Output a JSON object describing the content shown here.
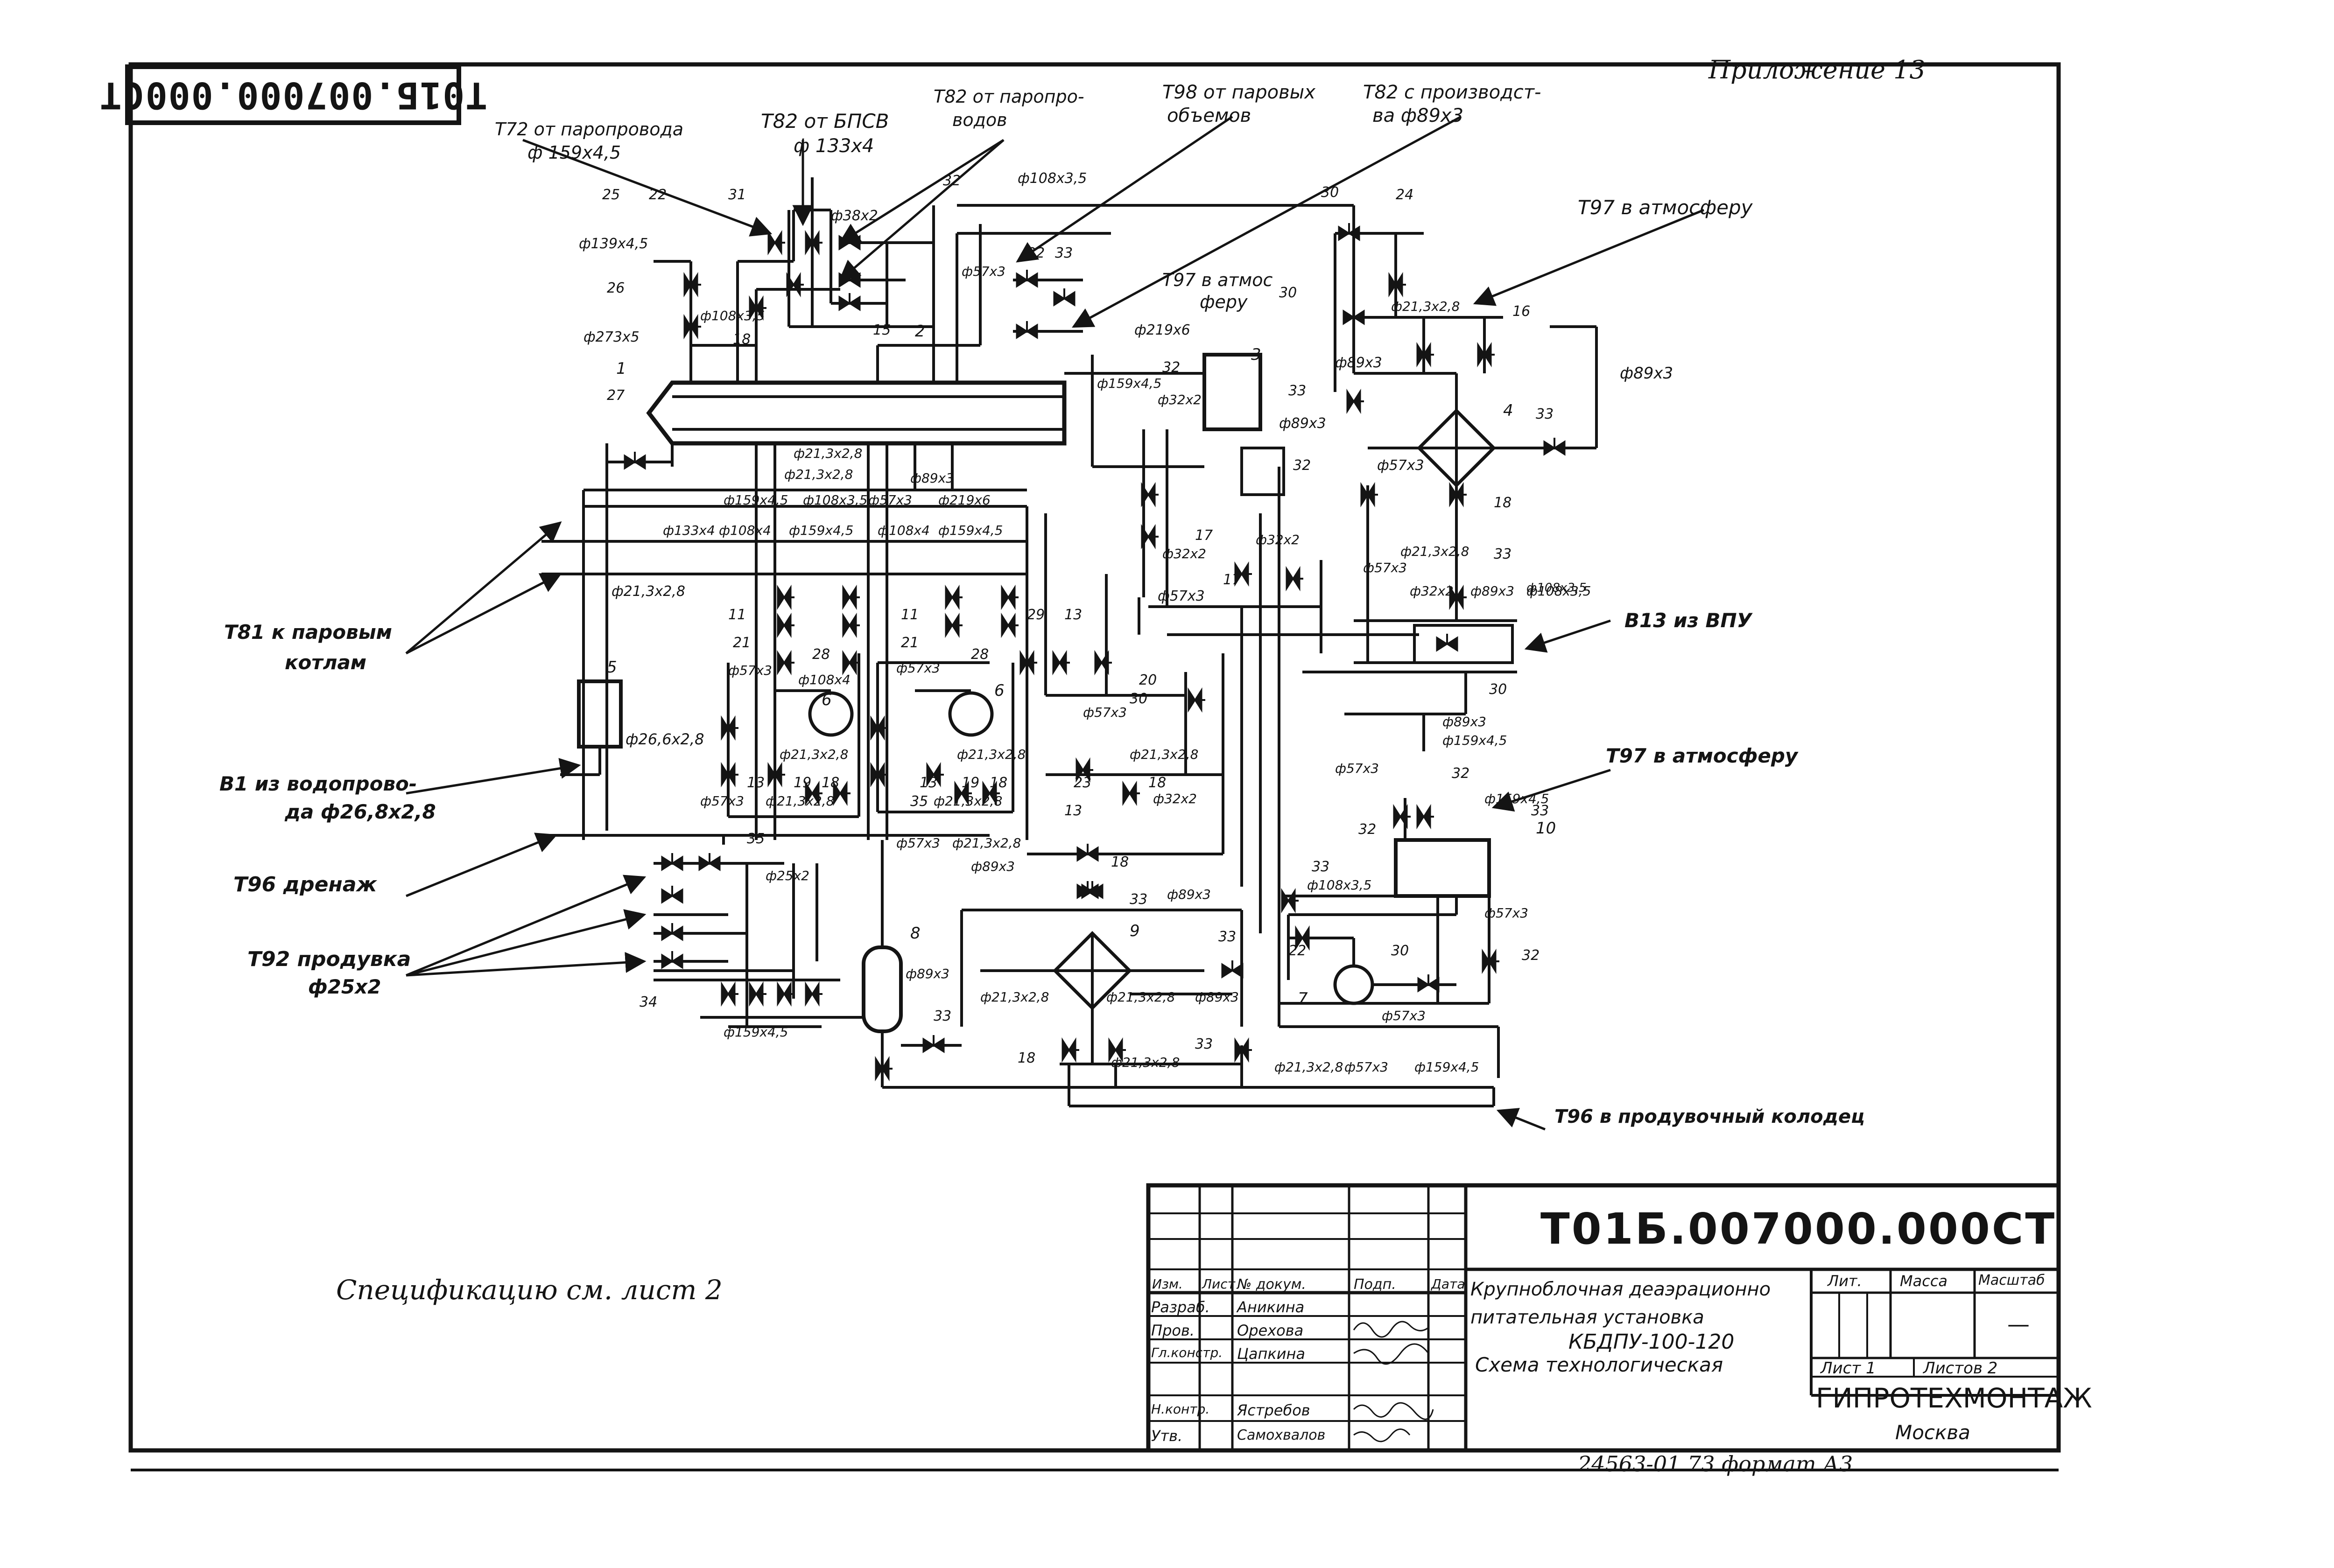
{
  "sheet": {
    "appendix": "Приложение 13",
    "stamp_code": "Т01Б.007000.000СТ",
    "spec_note": "Спецификацию см. лист 2",
    "bottom_note": "24563-01 73 формат А3"
  },
  "streams": {
    "t72": "Т72 от паропровода",
    "t72_size": "ф 159х4,5",
    "t82_bpsv": "Т82 от БПСВ",
    "t82_bpsv_size": "ф 133х4",
    "t82_par": "Т82 от паропро-",
    "t82_par_2": "водов",
    "t98": "Т98 от паровых",
    "t98_2": "объемов",
    "t82_proiz": "Т82 с производст-",
    "t82_proiz_2": "ва ф89х3",
    "t97_top": "Т97 в атмосферу",
    "t97_mid": "Т97 в атмос",
    "t97_mid_2": "феру",
    "t97_low": "Т97 в атмосферу",
    "t81": "Т81 к паровым",
    "t81_2": "котлам",
    "b1": "В1 из водопрово-",
    "b1_2": "да ф26,8х2,8",
    "t96_dren": "Т96 дренаж",
    "t92": "Т92 продувка",
    "t92_size": "ф25х2",
    "b13": "В13 из ВПУ",
    "t96_kol": "Т96 в продувочный колодец"
  },
  "title_block": {
    "code": "Т01Б.007000.000СТ",
    "name_1": "Крупноблочная деаэрационно",
    "name_2": "питательная установка",
    "name_3": "КБДПУ-100-120",
    "name_4": "Схема технологическая",
    "hdr_izm": "Изм.",
    "hdr_list": "Лист",
    "hdr_doc": "№ докум.",
    "hdr_podp": "Подп.",
    "hdr_data": "Дата",
    "lit": "Лит.",
    "massa": "Масса",
    "masshtab": "Масштаб",
    "scale_value": "—",
    "sheet_no": "Лист 1",
    "sheets_total": "Листов 2",
    "org": "ГИПРОТЕХМОНТАЖ",
    "city": "Москва",
    "roles": [
      {
        "role": "Разраб.",
        "name": "Аникина"
      },
      {
        "role": "Пров.",
        "name": "Орехова"
      },
      {
        "role": "Гл.констр.",
        "name": "Цапкина"
      },
      {
        "role": "Н.контр.",
        "name": "Ястребов"
      },
      {
        "role": "Утв.",
        "name": "Самохвалов"
      }
    ]
  },
  "sizes": {
    "s1": "ф139х4,5",
    "s2": "ф273х5",
    "s3": "ф108х3,5",
    "s4": "ф38х2",
    "s5": "ф108х3,5",
    "s6": "ф57х3",
    "s7": "ф219х6",
    "s8": "ф159х4,5",
    "s9": "ф32х2",
    "s10": "ф89х3",
    "s11": "ф21,3х2,8",
    "s12": "ф89х3",
    "s13": "ф21,3х2,8",
    "s14": "ф89х3",
    "s15": "ф57х3",
    "s16": "ф89х3",
    "s17": "ф159х4,5",
    "s18": "ф108х3,5",
    "s19": "ф57х3",
    "s20": "ф219х6",
    "s21": "ф133х4",
    "s22": "ф108х4",
    "s23": "ф159х4,5",
    "s24": "ф108х4",
    "s25": "ф159х4,5",
    "s26": "ф21,3х2,8",
    "s27": "ф32х2",
    "s28": "ф32х2",
    "s29": "ф57х3",
    "s30": "ф57х3",
    "s31": "ф21,3х2,8",
    "s32": "ф32х2",
    "s33": "ф89х3",
    "s34": "ф108х3,5",
    "s35": "ф26,6х2,8",
    "s36": "ф57х3",
    "s37": "ф108х4",
    "s38": "ф57х3",
    "s39": "ф21,3х2,8",
    "s40": "ф57х3",
    "s41": "ф21,3х2,8",
    "s42": "ф57х3",
    "s43": "ф21,3х2,8",
    "s44": "ф21,3х2,8",
    "s45": "ф21,3х2,8",
    "s46": "ф32х2",
    "s47": "ф57х3",
    "s48": "ф21,3х2,8",
    "s49": "ф89х3",
    "s50": "ф89х3",
    "s51": "ф89х3",
    "s52": "ф21,3х2,8",
    "s53": "ф21,3х2,8",
    "s54": "ф89х3",
    "s55": "ф21,3х2,8",
    "s56": "ф21,3х2,8",
    "s57": "ф57х3",
    "s58": "ф159х4,5",
    "s59": "ф108х3,5",
    "s60": "ф57х3",
    "s61": "ф57х3",
    "s62": "ф89х3",
    "s63": "ф159х4,5",
    "s64": "ф57х3",
    "s65": "ф159х4,5",
    "s66": "ф25х2",
    "s67": "ф159х4,5",
    "s68": "ф108х3,5",
    "s69": "ф21,3х2,8"
  },
  "numbers": {
    "n1": "1",
    "n2": "2",
    "n3": "3",
    "n4": "4",
    "n5": "5",
    "n6": "6",
    "n6b": "6",
    "n7": "7",
    "n8": "8",
    "n9": "9",
    "n10": "10",
    "n11": "11",
    "n11b": "11",
    "n13": "13",
    "n13b": "13",
    "n13c": "13",
    "n13d": "13",
    "n15": "15",
    "n16": "16",
    "n17": "17",
    "n17b": "17",
    "n18": "18",
    "n18b": "18",
    "n18c": "18",
    "n18d": "18",
    "n18e": "18",
    "n18f": "18",
    "n18g": "18",
    "n19": "19",
    "n19b": "19",
    "n20": "20",
    "n21": "21",
    "n21b": "21",
    "n22": "22",
    "n22b": "22",
    "n23": "23",
    "n24": "24",
    "n25": "25",
    "n26": "26",
    "n27": "27",
    "n28": "28",
    "n28b": "28",
    "n29": "29",
    "n30": "30",
    "n30b": "30",
    "n30c": "30",
    "n30d": "30",
    "n30e": "30",
    "n31": "31",
    "n32": "32",
    "n32b": "32",
    "n32c": "32",
    "n32d": "32",
    "n32e": "32",
    "n32f": "32",
    "n32g": "32",
    "n33": "33",
    "n33b": "33",
    "n33c": "33",
    "n33d": "33",
    "n33e": "33",
    "n33f": "33",
    "n33g": "33",
    "n33h": "33",
    "n33i": "33",
    "n33j": "33",
    "n34": "34",
    "n35": "35",
    "n35b": "35"
  }
}
